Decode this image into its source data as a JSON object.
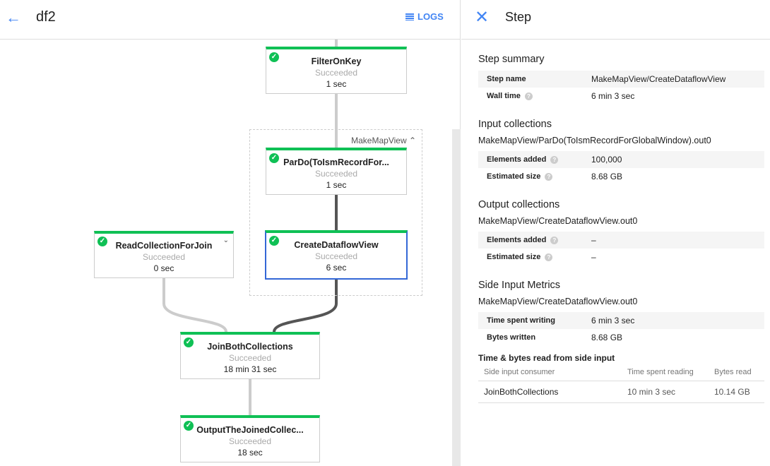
{
  "header": {
    "title": "df2",
    "logs_label": "LOGS"
  },
  "group": {
    "label": "MakeMapView"
  },
  "nodes": [
    {
      "name": "FilterOnKey",
      "status": "Succeeded",
      "duration": "1 sec"
    },
    {
      "name": "ParDo(ToIsmRecordFor...",
      "status": "Succeeded",
      "duration": "1 sec"
    },
    {
      "name": "CreateDataflowView",
      "status": "Succeeded",
      "duration": "6 sec"
    },
    {
      "name": "ReadCollectionForJoin",
      "status": "Succeeded",
      "duration": "0 sec"
    },
    {
      "name": "JoinBothCollections",
      "status": "Succeeded",
      "duration": "18 min 31 sec"
    },
    {
      "name": "OutputTheJoinedCollec...",
      "status": "Succeeded",
      "duration": "18 sec"
    }
  ],
  "panel": {
    "title": "Step",
    "summary": {
      "heading": "Step summary",
      "rows": [
        {
          "k": "Step name",
          "v": "MakeMapView/CreateDataflowView"
        },
        {
          "k": "Wall time",
          "v": "6 min 3 sec"
        }
      ]
    },
    "input": {
      "heading": "Input collections",
      "name": "MakeMapView/ParDo(ToIsmRecordForGlobalWindow).out0",
      "rows": [
        {
          "k": "Elements added",
          "v": "100,000"
        },
        {
          "k": "Estimated size",
          "v": "8.68 GB"
        }
      ]
    },
    "output": {
      "heading": "Output collections",
      "name": "MakeMapView/CreateDataflowView.out0",
      "rows": [
        {
          "k": "Elements added",
          "v": "–"
        },
        {
          "k": "Estimated size",
          "v": "–"
        }
      ]
    },
    "side": {
      "heading": "Side Input Metrics",
      "name": "MakeMapView/CreateDataflowView.out0",
      "rows": [
        {
          "k": "Time spent writing",
          "v": "6 min 3 sec"
        },
        {
          "k": "Bytes written",
          "v": "8.68 GB"
        }
      ]
    },
    "read": {
      "heading": "Time & bytes read from side input",
      "columns": [
        "Side input consumer",
        "Time spent reading",
        "Bytes read"
      ],
      "rows": [
        [
          "JoinBothCollections",
          "10 min 3 sec",
          "10.14 GB"
        ]
      ]
    }
  },
  "colors": {
    "accent": "#4285f4",
    "success": "#0fc055",
    "selected": "#3367d6"
  }
}
